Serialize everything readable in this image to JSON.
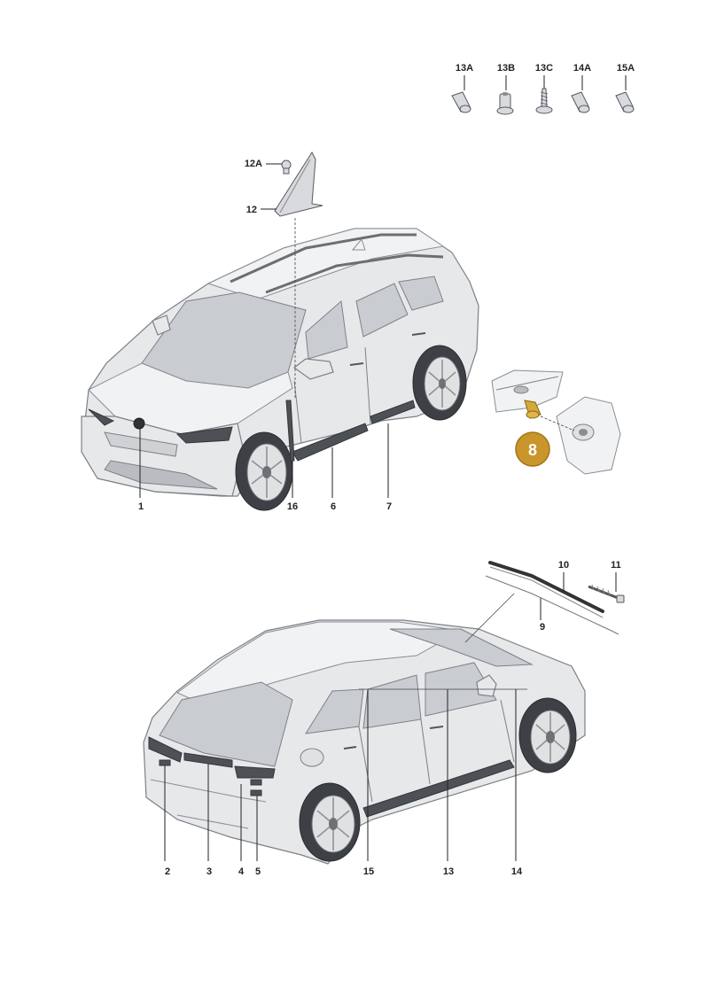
{
  "parts_top": {
    "p13A": "13A",
    "p13B": "13B",
    "p13C": "13C",
    "p14A": "14A",
    "p15A": "15A"
  },
  "callouts_front": {
    "c12A": "12A",
    "c12": "12",
    "c1": "1",
    "c16": "16",
    "c6": "6",
    "c7": "7"
  },
  "highlight_badge": "8",
  "callouts_rear": {
    "c10": "10",
    "c11": "11",
    "c9": "9",
    "c2": "2",
    "c3": "3",
    "c4": "4",
    "c5": "5",
    "c15": "15",
    "c13": "13",
    "c14": "14"
  },
  "colors": {
    "badge": "#c8962a",
    "body": "#e6e8ea",
    "glass": "#c9ccd0",
    "trim": "#4d5156"
  }
}
